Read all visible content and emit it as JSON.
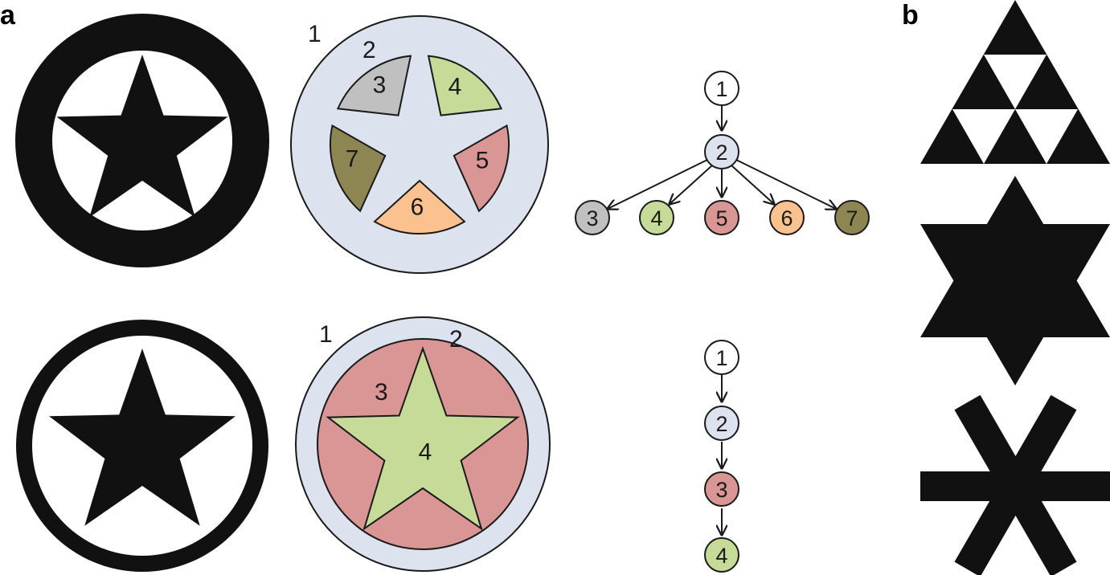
{
  "panels": {
    "a": "a",
    "b": "b"
  },
  "colors": {
    "black": "#111111",
    "outer": "#dce3ef",
    "gray": "#c0c0c0",
    "green": "#c6db98",
    "red": "#d99694",
    "orange": "#fbc18f",
    "olive": "#8e8652",
    "white": "#ffffff",
    "stroke": "#1a1a1a"
  },
  "top_row": {
    "region_labels": {
      "r1": "1",
      "r2": "2",
      "r3": "3",
      "r4": "4",
      "r5": "5",
      "r6": "6",
      "r7": "7"
    },
    "tree": {
      "nodes": [
        {
          "id": "n1",
          "label": "1",
          "color": "white"
        },
        {
          "id": "n2",
          "label": "2",
          "color": "outer"
        },
        {
          "id": "n3",
          "label": "3",
          "color": "gray"
        },
        {
          "id": "n4",
          "label": "4",
          "color": "green"
        },
        {
          "id": "n5",
          "label": "5",
          "color": "red"
        },
        {
          "id": "n6",
          "label": "6",
          "color": "orange"
        },
        {
          "id": "n7",
          "label": "7",
          "color": "olive"
        }
      ],
      "edges": [
        [
          "1",
          "2"
        ],
        [
          "2",
          "3"
        ],
        [
          "2",
          "4"
        ],
        [
          "2",
          "5"
        ],
        [
          "2",
          "6"
        ],
        [
          "2",
          "7"
        ]
      ]
    }
  },
  "bottom_row": {
    "region_labels": {
      "r1": "1",
      "r2": "2",
      "r3": "3",
      "r4": "4"
    },
    "tree": {
      "nodes": [
        {
          "id": "m1",
          "label": "1",
          "color": "white"
        },
        {
          "id": "m2",
          "label": "2",
          "color": "outer"
        },
        {
          "id": "m3",
          "label": "3",
          "color": "red"
        },
        {
          "id": "m4",
          "label": "4",
          "color": "green"
        }
      ],
      "edges": [
        [
          "1",
          "2"
        ],
        [
          "2",
          "3"
        ],
        [
          "3",
          "4"
        ]
      ]
    }
  },
  "panel_b_shapes": [
    "sierpinski-triangle",
    "hexagram",
    "six-arm-asterisk"
  ]
}
